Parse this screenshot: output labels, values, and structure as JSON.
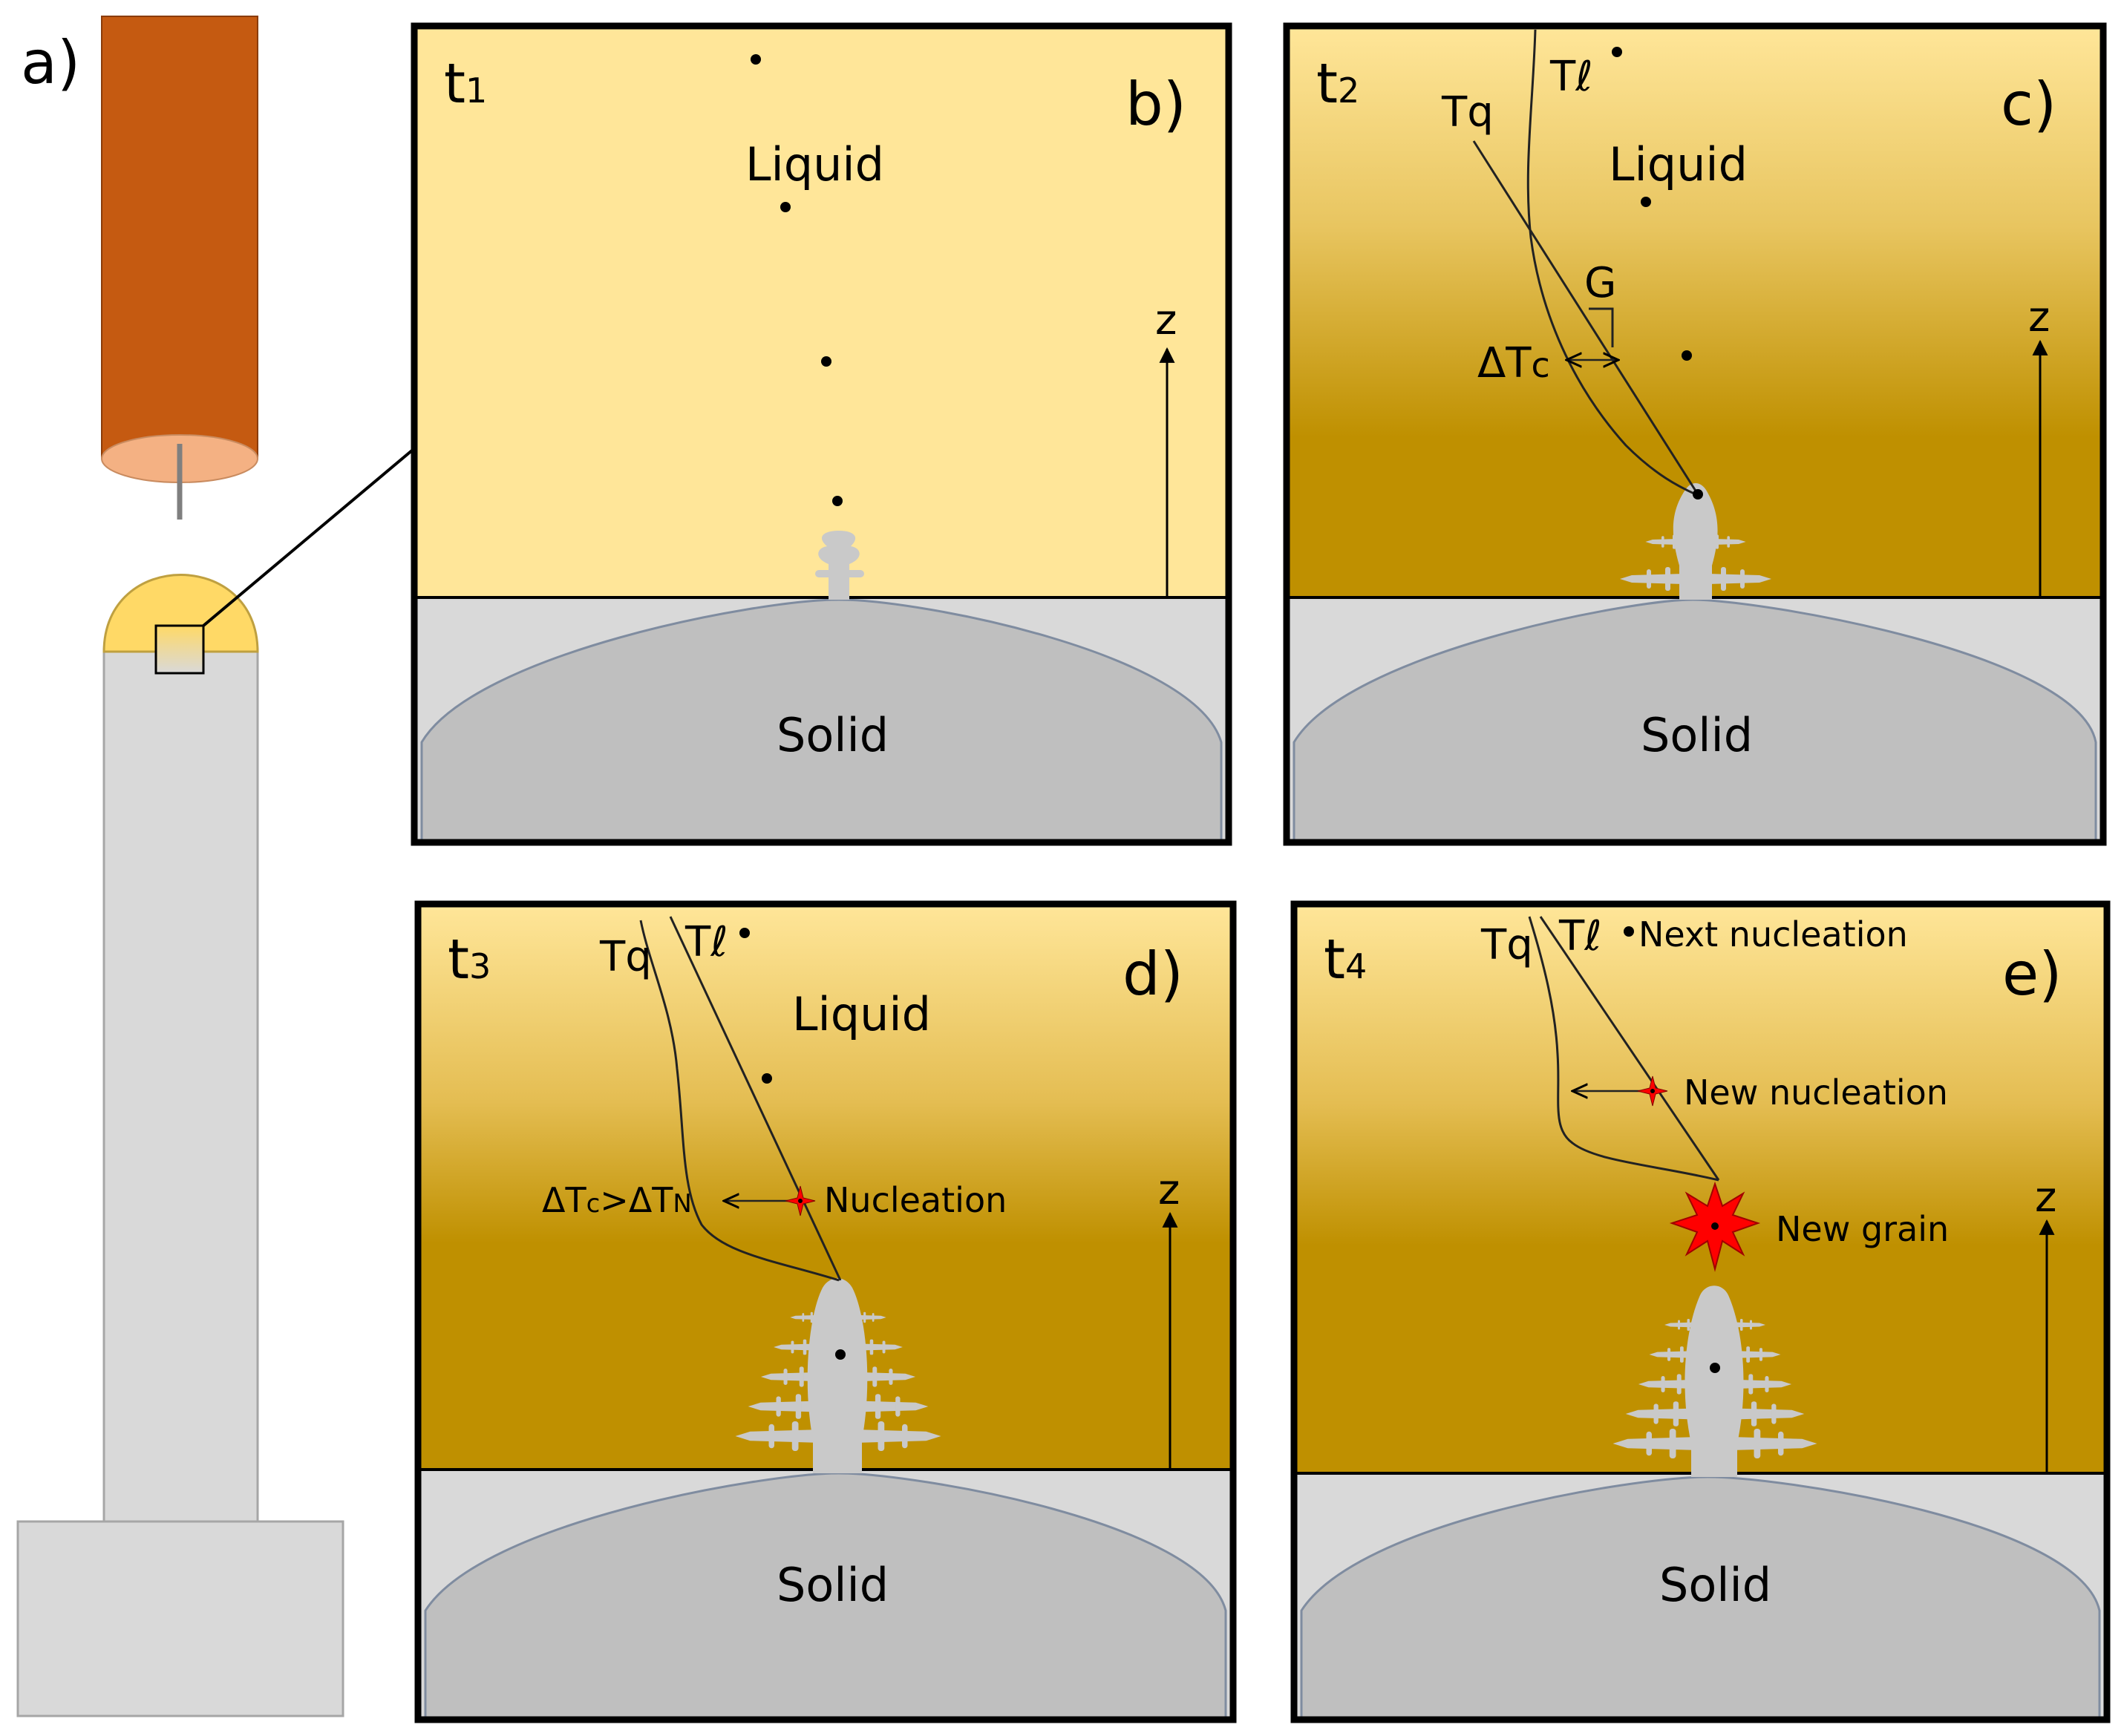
{
  "panel_a": {
    "label": "a)"
  },
  "panels": [
    {
      "id": "b",
      "letter": "b)",
      "time": "t",
      "time_sub": "1",
      "liquid": "Liquid",
      "solid": "Solid",
      "axis": "z"
    },
    {
      "id": "c",
      "letter": "c)",
      "time": "t",
      "time_sub": "2",
      "liquid": "Liquid",
      "solid": "Solid",
      "axis": "z",
      "tq": "Tq",
      "tl_main": "T",
      "tl_sub": "ℓ",
      "gradient": "G",
      "undercool_main": "ΔT",
      "undercool_sub": "c"
    },
    {
      "id": "d",
      "letter": "d)",
      "time": "t",
      "time_sub": "3",
      "liquid": "Liquid",
      "solid": "Solid",
      "axis": "z",
      "tq": "Tq",
      "tl_main": "T",
      "tl_sub": "ℓ",
      "cond_1": "ΔT",
      "cond_1_sub": "c",
      "cond_2": ">ΔT",
      "cond_2_sub": "N",
      "nucleation": "Nucleation"
    },
    {
      "id": "e",
      "letter": "e)",
      "time": "t",
      "time_sub": "4",
      "solid": "Solid",
      "axis": "z",
      "tq": "Tq",
      "tl_main": "T",
      "tl_sub": "ℓ",
      "next_nucleation": "Next nucleation",
      "new_nucleation": "New nucleation",
      "new_grain": "New grain"
    }
  ],
  "colors": {
    "torch": "#c55a11",
    "torch_tip": "#f4b183",
    "melt_pool": "#ffd966",
    "wall": "#d9d9d9",
    "wall_stroke": "#a6a6a6",
    "liquid_light": "#ffe699",
    "liquid_dark": "#bf9000",
    "substrate_light": "#d9d9d9",
    "substrate_dark": "#bfbfbf",
    "grain": "#c9c9c9",
    "nucleus": "#ff0000"
  }
}
